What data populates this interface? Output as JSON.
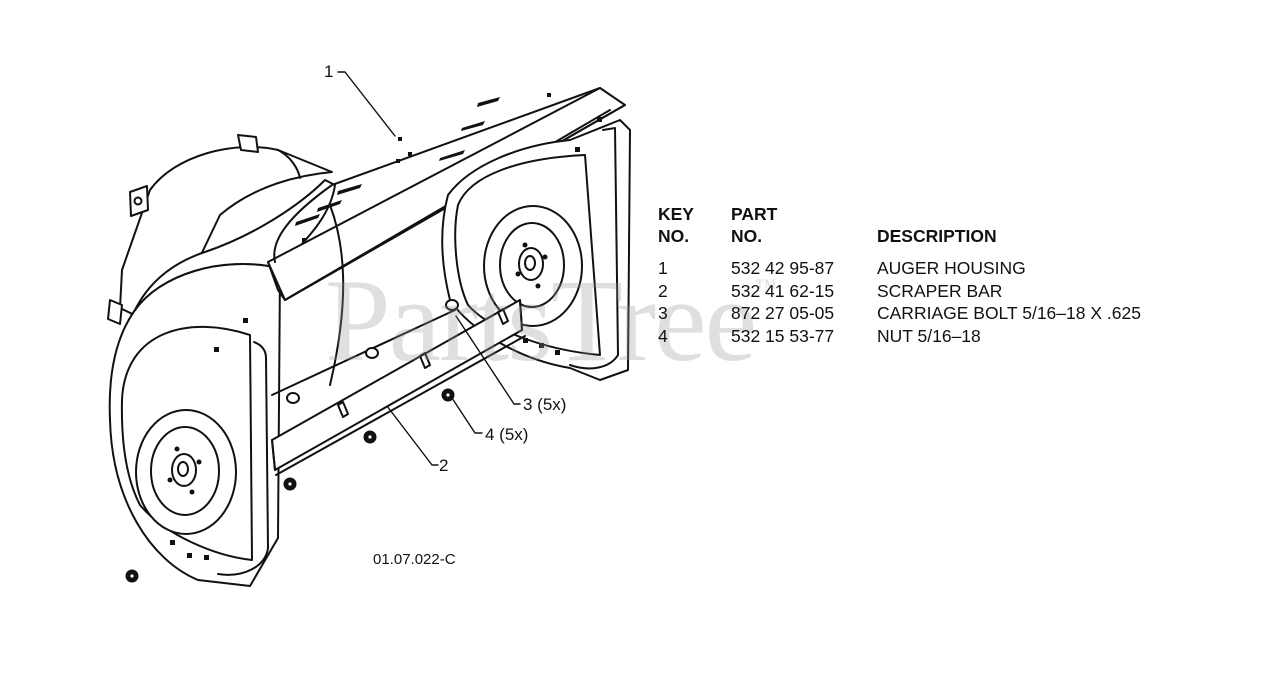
{
  "watermark": {
    "text": "PartsTree",
    "mark": "™"
  },
  "callouts": {
    "housing": "1",
    "scraper_bar": "2",
    "carriage_bolt": "3 (5x)",
    "nut": "4 (5x)"
  },
  "drawing_number": "01.07.022-C",
  "parts_table": {
    "headers": {
      "key": [
        "KEY",
        "NO."
      ],
      "part": [
        "PART",
        "NO."
      ],
      "description": "DESCRIPTION"
    },
    "rows": [
      {
        "key": "1",
        "part_no": "532 42 95-87",
        "description": "AUGER HOUSING"
      },
      {
        "key": "2",
        "part_no": "532 41 62-15",
        "description": "SCRAPER BAR"
      },
      {
        "key": "3",
        "part_no": "872 27 05-05",
        "description": "CARRIAGE BOLT 5/16–18 X .625"
      },
      {
        "key": "4",
        "part_no": "532 15 53-77",
        "description": "NUT 5/16–18"
      }
    ]
  }
}
